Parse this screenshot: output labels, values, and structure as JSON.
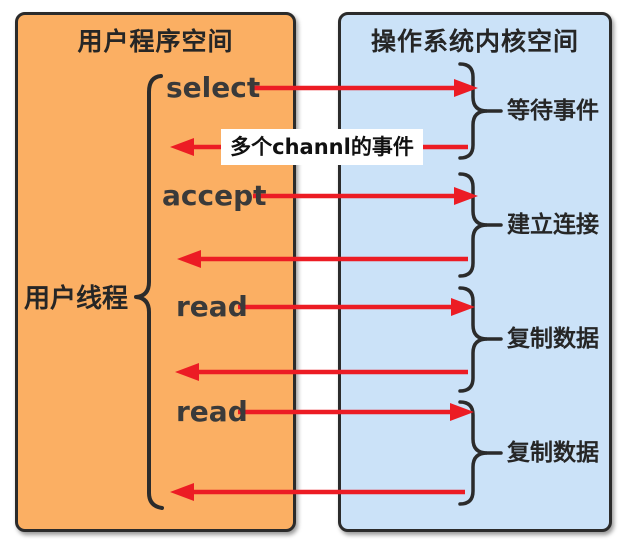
{
  "user_space": {
    "title": "用户程序空间",
    "thread_label": "用户线程",
    "calls": [
      {
        "label": "select"
      },
      {
        "label": "accept"
      },
      {
        "label": "read"
      },
      {
        "label": "read"
      }
    ]
  },
  "kernel_space": {
    "title": "操作系统内核空间",
    "operations": [
      {
        "label": "等待事件"
      },
      {
        "label": "建立连接"
      },
      {
        "label": "复制数据"
      },
      {
        "label": "复制数据"
      }
    ]
  },
  "callouts": {
    "channel_events_label": "多个channl的事件"
  },
  "colors": {
    "user_space_fill": "#FBAF63",
    "kernel_space_fill": "#CBE2F8",
    "arrow_red": "#EC1C24",
    "outline": "#2B2B2B",
    "callout_bg": "#FFFFFF"
  }
}
